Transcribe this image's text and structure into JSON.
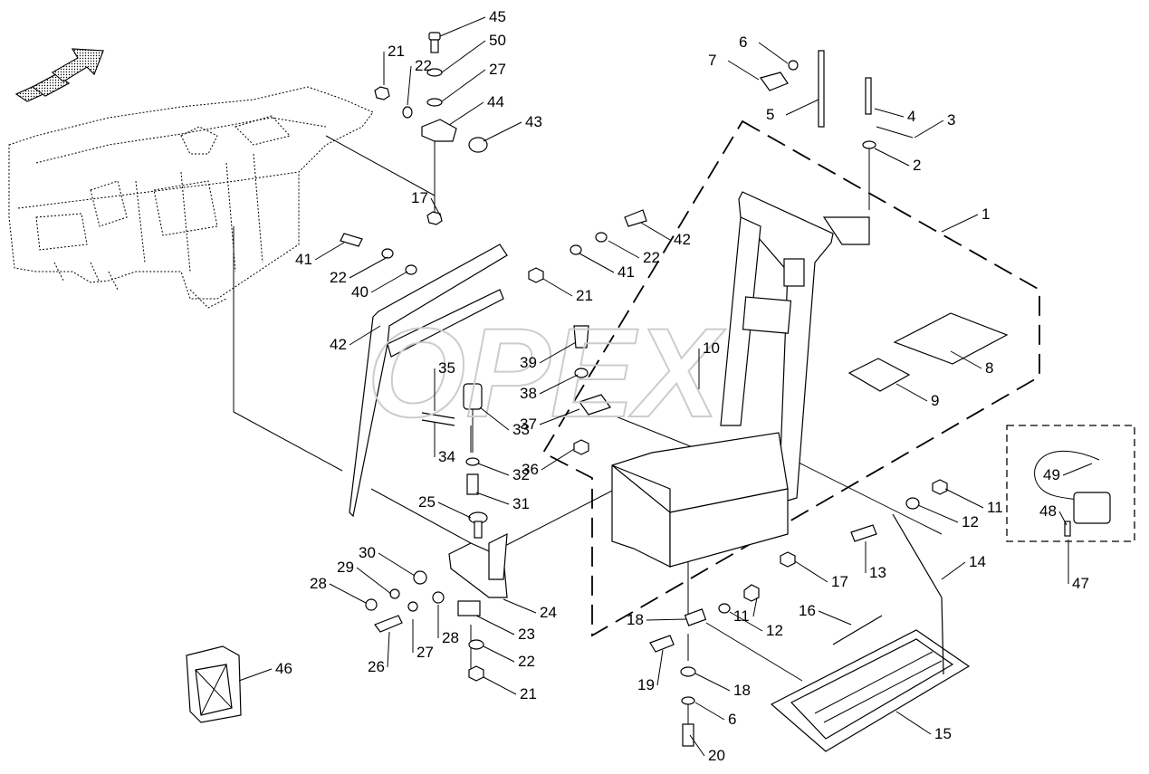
{
  "watermark": "OPEX",
  "callouts": [
    "1",
    "2",
    "3",
    "4",
    "5",
    "6",
    "7",
    "8",
    "9",
    "10",
    "11",
    "11",
    "12",
    "12",
    "13",
    "14",
    "15",
    "16",
    "17",
    "17",
    "18",
    "18",
    "19",
    "20",
    "21",
    "21",
    "21",
    "22",
    "22",
    "22",
    "22",
    "23",
    "24",
    "25",
    "26",
    "27",
    "27",
    "28",
    "28",
    "29",
    "30",
    "31",
    "32",
    "33",
    "34",
    "35",
    "36",
    "37",
    "38",
    "39",
    "40",
    "41",
    "41",
    "42",
    "42",
    "43",
    "44",
    "45",
    "46",
    "47",
    "48",
    "49",
    "50",
    "6"
  ]
}
